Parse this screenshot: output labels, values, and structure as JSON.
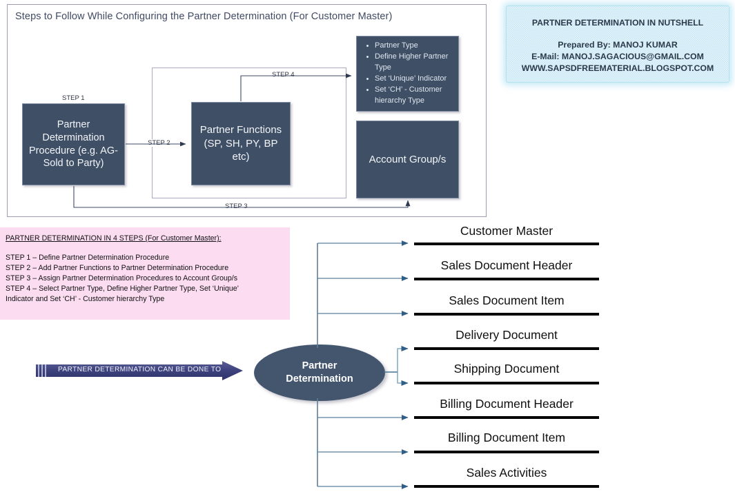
{
  "steps_panel": {
    "title": "Steps to Follow While Configuring the Partner Determination (For Customer Master)",
    "boxes": {
      "procedure": "Partner Determination Procedure (e.g. AG- Sold to Party)",
      "functions": "Partner Functions (SP, SH, PY, BP etc)",
      "account_groups": "Account Group/s"
    },
    "bullets": [
      "Partner Type",
      "Define Higher Partner Type",
      "Set ‘Unique’ Indicator",
      "Set ‘CH’ - Customer hierarchy Type"
    ],
    "step_labels": {
      "step1": "STEP 1",
      "step2": "STEP 2",
      "step3": "STEP 3",
      "step4": "STEP 4"
    }
  },
  "info_box": {
    "title": "PARTNER DETERMINATION IN NUTSHELL",
    "prepared_by": "Prepared By: MANOJ KUMAR",
    "email": "E-Mail: MANOJ.SAGACIOUS@GMAIL.COM",
    "website": "WWW.SAPSDFREEMATERIAL.BLOGSPOT.COM"
  },
  "pink_box": {
    "heading": "PARTNER DETERMINATION IN 4 STEPS (For Customer Master):",
    "lines": [
      "STEP 1 – Define Partner Determination Procedure",
      "STEP 2 – Add Partner Functions to Partner Determination Procedure",
      "STEP 3 – Assign Partner Determination Procedures to Account Group/s",
      "STEP 4 – Select Partner Type, Define Higher Partner Type, Set ‘Unique’",
      "Indicator and  Set ‘CH’ - Customer hierarchy Type"
    ]
  },
  "banner": {
    "text": "PARTNER DETERMINATION CAN BE DONE  TO"
  },
  "ellipse": {
    "line1": "Partner",
    "line2": "Determination"
  },
  "documents": [
    {
      "label": "Customer Master"
    },
    {
      "label": "Sales Document Header"
    },
    {
      "label": "Sales Document Item"
    },
    {
      "label": "Delivery Document"
    },
    {
      "label": "Shipping Document"
    },
    {
      "label": "Billing Document Header"
    },
    {
      "label": "Billing Document Item"
    },
    {
      "label": "Sales Activities"
    }
  ],
  "colors": {
    "box_fill": "#3f4f66",
    "ellipse_fill": "#44556e",
    "panel_border": "#9c9cb5",
    "info_bg": "#c8e8f5",
    "pink_bg": "#fbdcf1",
    "connector": "#5a7f9c",
    "bar": "#000000"
  }
}
